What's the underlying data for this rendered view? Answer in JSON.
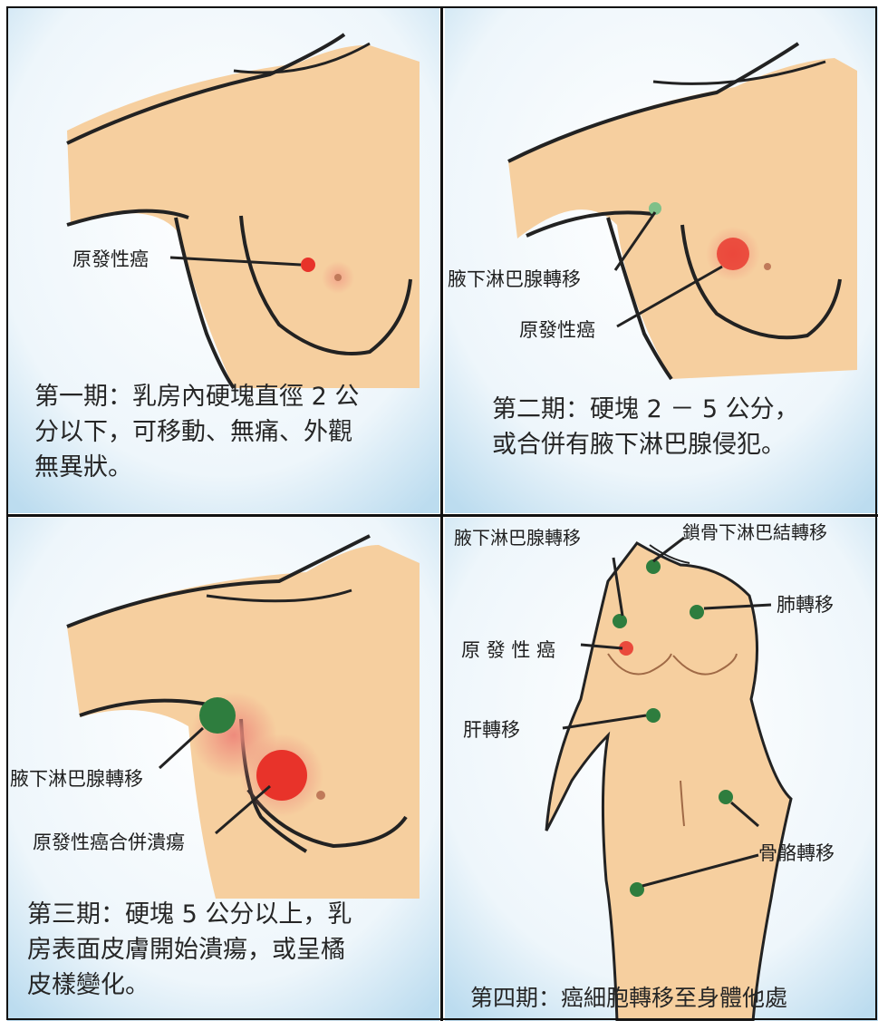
{
  "stage1": {
    "label_primary": "原發性癌",
    "caption": "第一期：乳房內硬塊直徑 2 公\n分以下，可移動、無痛、外觀\n無異狀。"
  },
  "stage2": {
    "label_axillary": "腋下淋巴腺轉移",
    "label_primary": "原發性癌",
    "caption": "第二期：硬塊 2 － 5 公分，\n或合併有腋下淋巴腺侵犯。"
  },
  "stage3": {
    "label_axillary": "腋下淋巴腺轉移",
    "label_primary": "原發性癌合併潰瘍",
    "caption": "第三期：硬塊 5 公分以上，乳\n房表面皮膚開始潰瘍，或呈橘\n皮樣變化。"
  },
  "stage4": {
    "label_axillary": "腋下淋巴腺轉移",
    "label_clavicle": "鎖骨下淋巴結轉移",
    "label_lung": "肺轉移",
    "label_primary": "原 發 性 癌",
    "label_liver": "肝轉移",
    "label_bone": "骨骼轉移",
    "caption": "第四期：癌細胞轉移至身體他處"
  },
  "colors": {
    "skin": "#f6cf9f",
    "outline": "#222222",
    "tumor": "#e8332a",
    "lymph": "#2e7d3e",
    "sky": "#d9ecf7"
  }
}
